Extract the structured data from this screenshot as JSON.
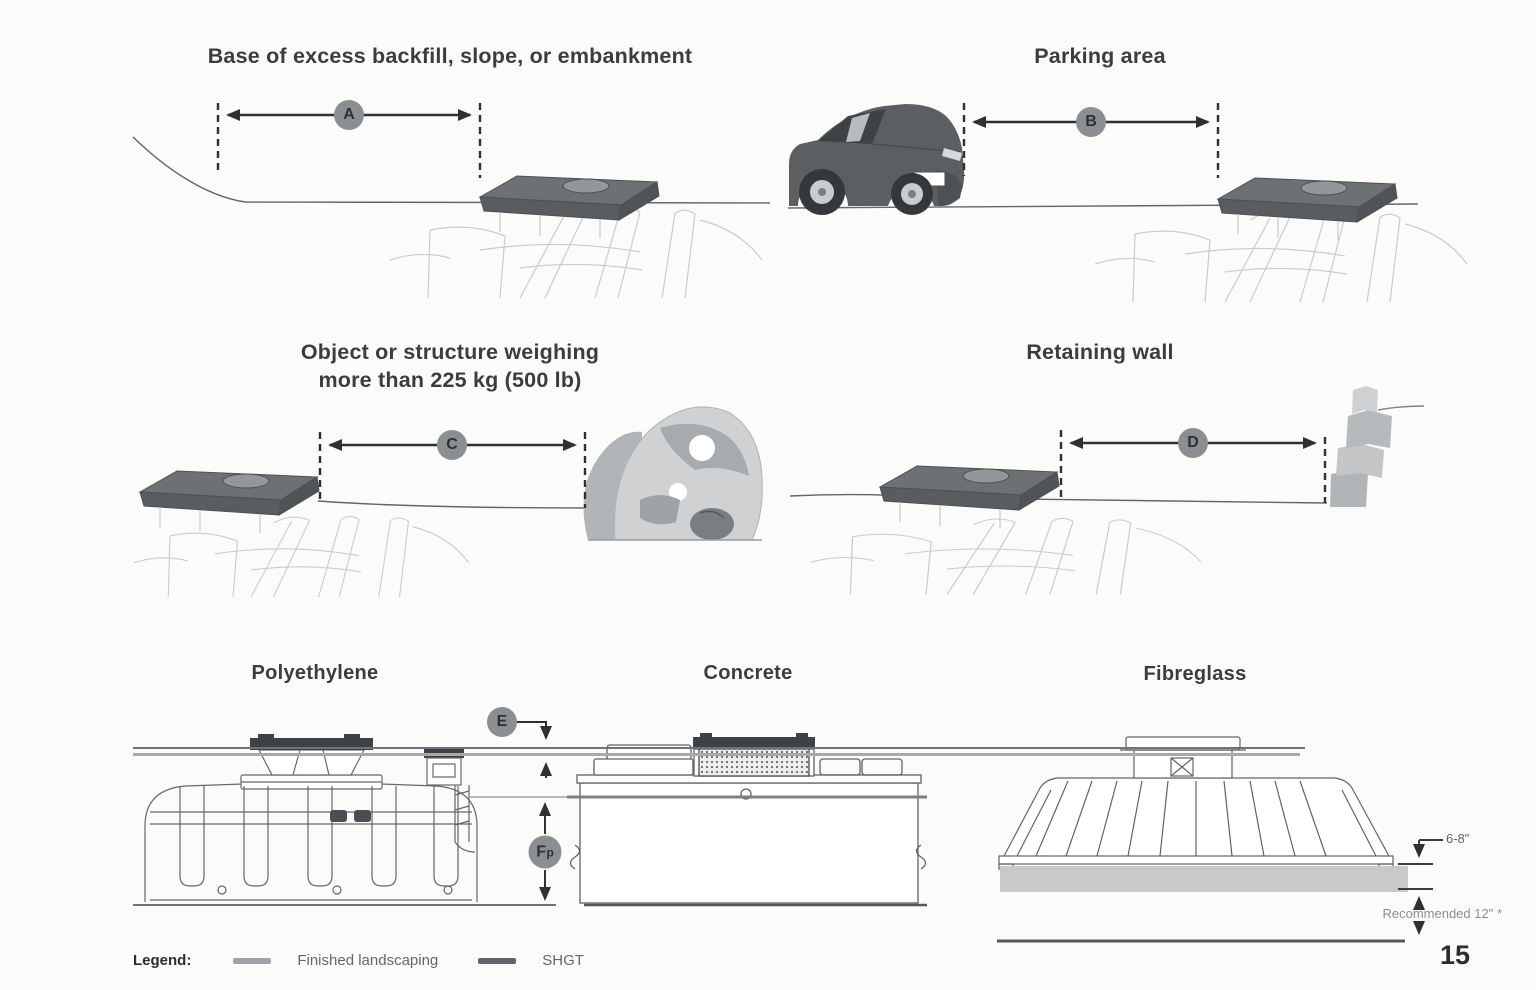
{
  "page": {
    "number": "15"
  },
  "panels": [
    {
      "title": "Base of excess backfill, slope, or embankment",
      "dimension": "A"
    },
    {
      "title": "Parking area",
      "dimension": "B"
    },
    {
      "title_line1": "Object or structure weighing",
      "title_line2": "more than 225 kg (500 lb)",
      "dimension": "C"
    },
    {
      "title": "Retaining wall",
      "dimension": "D"
    }
  ],
  "materials": [
    {
      "label": "Polyethylene"
    },
    {
      "label": "Concrete"
    },
    {
      "label": "Fibreglass"
    }
  ],
  "dimensions": {
    "e": "E",
    "f_main": "F",
    "f_sub": "p",
    "fibreglass_cover": "6-8\"",
    "fibreglass_depth": "Recommended 12\" *"
  },
  "legend": {
    "label": "Legend:",
    "items": [
      {
        "name": "Finished landscaping",
        "color": "#9fa2a5"
      },
      {
        "name": "SHGT",
        "color": "#616467"
      }
    ]
  },
  "colors": {
    "badge": "#8c8f92",
    "arrow": "#2e3134",
    "finished_landscaping_line": "#a7aaac",
    "shgt_line": "#6f7276"
  }
}
